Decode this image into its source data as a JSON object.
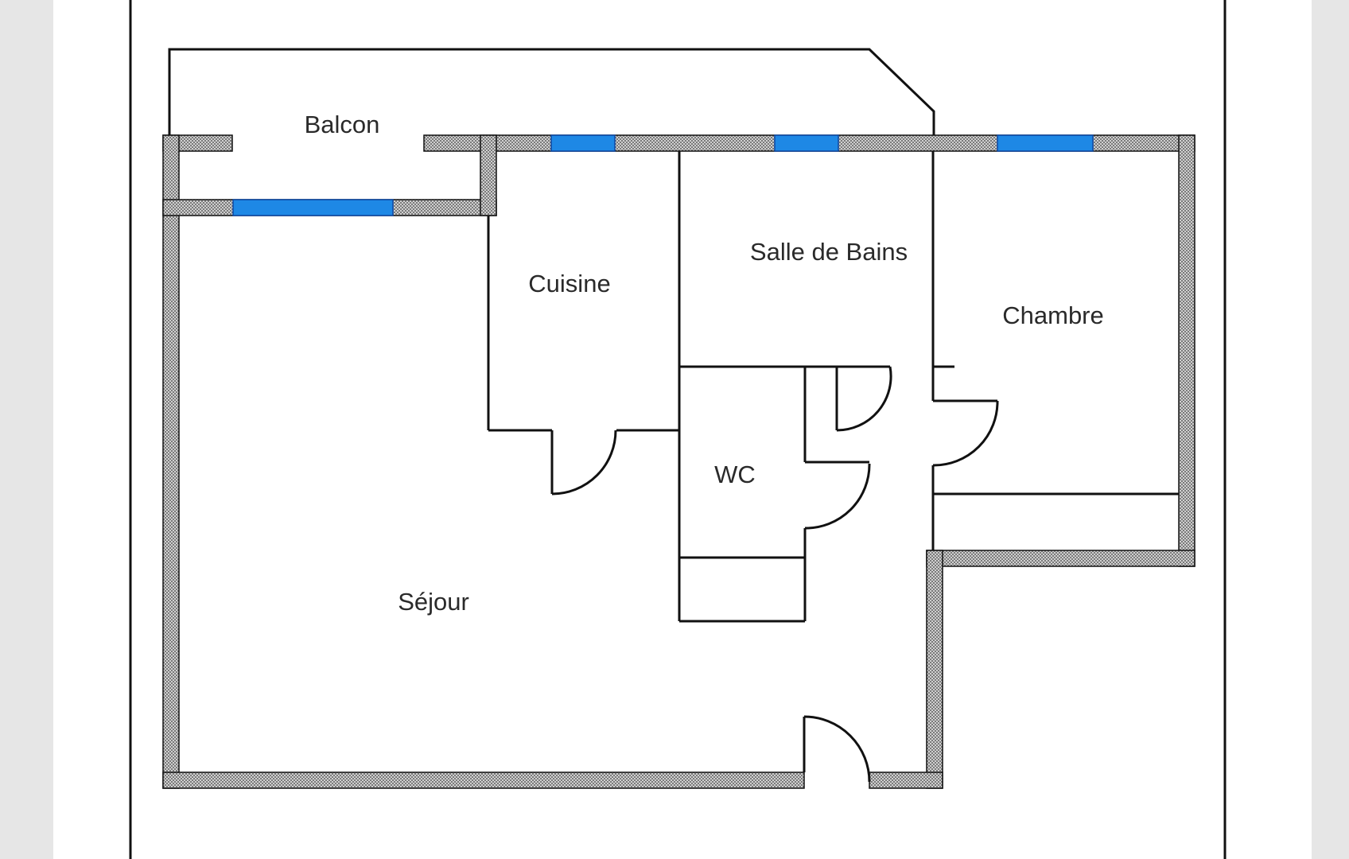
{
  "document": {
    "type": "floor-plan"
  },
  "rooms": {
    "balcon": "Balcon",
    "cuisine": "Cuisine",
    "salle_de_bains": "Salle de Bains",
    "chambre": "Chambre",
    "wc": "WC",
    "sejour": "Séjour"
  },
  "colors": {
    "page_background": "#ffffff",
    "viewer_background": "#e6e6e6",
    "wall_line": "#111111",
    "window": "#1e88e5",
    "window_edge": "#0d47a1",
    "label_text": "#2a2a2a"
  },
  "legend": {
    "window_icon": "window-pane",
    "door_icon": "door-swing-arc",
    "wall_fill": "hatched-gray"
  }
}
